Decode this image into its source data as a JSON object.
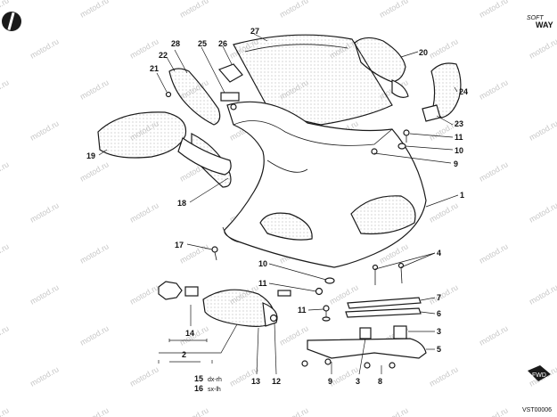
{
  "brand": {
    "line1": "SOFT",
    "line2": "WAY"
  },
  "watermark": "motod.ru",
  "figure_code": "VST00006",
  "fwd_label": "FWD",
  "callouts": [
    {
      "id": "c27",
      "text": "27"
    },
    {
      "id": "c28",
      "text": "28"
    },
    {
      "id": "c25",
      "text": "25"
    },
    {
      "id": "c26",
      "text": "26"
    },
    {
      "id": "c22",
      "text": "22"
    },
    {
      "id": "c21",
      "text": "21"
    },
    {
      "id": "c20",
      "text": "20"
    },
    {
      "id": "c24",
      "text": "24"
    },
    {
      "id": "c23",
      "text": "23"
    },
    {
      "id": "c11a",
      "text": "11"
    },
    {
      "id": "c10a",
      "text": "10"
    },
    {
      "id": "c9a",
      "text": "9"
    },
    {
      "id": "c19",
      "text": "19"
    },
    {
      "id": "c18",
      "text": "18"
    },
    {
      "id": "c1",
      "text": "1"
    },
    {
      "id": "c17",
      "text": "17"
    },
    {
      "id": "c4",
      "text": "4"
    },
    {
      "id": "c10b",
      "text": "10"
    },
    {
      "id": "c11b",
      "text": "11"
    },
    {
      "id": "c7",
      "text": "7"
    },
    {
      "id": "c11c",
      "text": "11"
    },
    {
      "id": "c6",
      "text": "6"
    },
    {
      "id": "c3a",
      "text": "3"
    },
    {
      "id": "c5",
      "text": "5"
    },
    {
      "id": "c14",
      "text": "14"
    },
    {
      "id": "c2",
      "text": "2"
    },
    {
      "id": "c15",
      "text": "15"
    },
    {
      "id": "c16",
      "text": "16"
    },
    {
      "id": "c13",
      "text": "13"
    },
    {
      "id": "c12",
      "text": "12"
    },
    {
      "id": "c9b",
      "text": "9"
    },
    {
      "id": "c3b",
      "text": "3"
    },
    {
      "id": "c8",
      "text": "8"
    }
  ],
  "suffix_15": "dx-rh",
  "suffix_16": "sx-lh"
}
